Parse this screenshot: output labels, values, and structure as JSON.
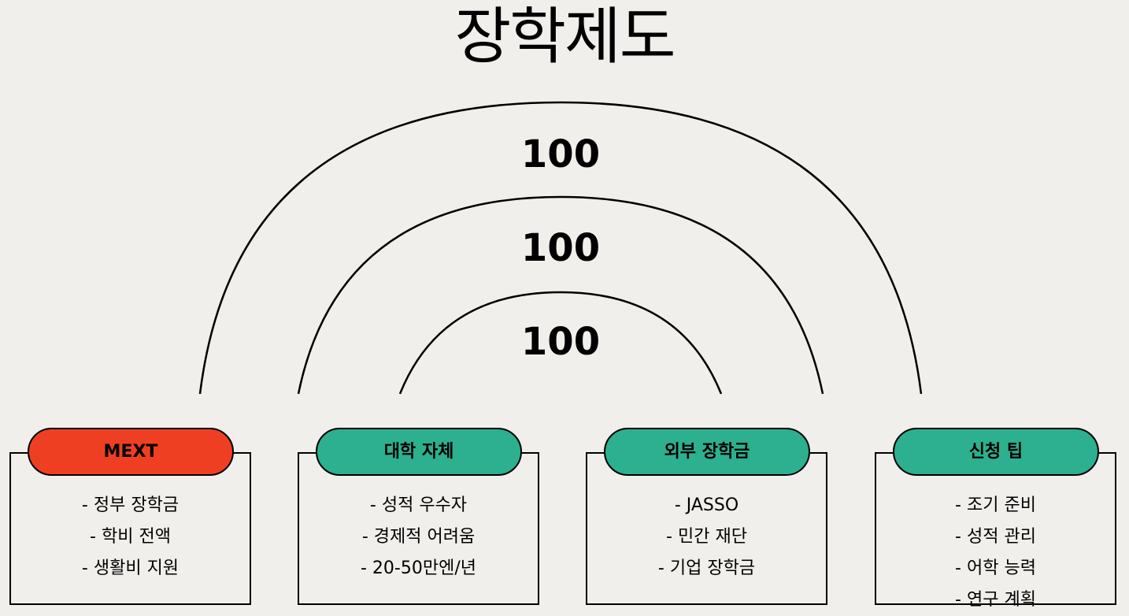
{
  "title": "장학제도",
  "arcs": {
    "outer_label": "100",
    "middle_label": "100",
    "inner_label": "100"
  },
  "colors": {
    "background": "#f0efeb",
    "mext_pill": "#ef3f22",
    "other_pill": "#2cb08f"
  },
  "cards": [
    {
      "label": "MEXT",
      "items": [
        "- 정부 장학금",
        "- 학비 전액",
        "- 생활비 지원"
      ]
    },
    {
      "label": "대학 자체",
      "items": [
        "- 성적 우수자",
        "- 경제적 어려움",
        "- 20-50만엔/년"
      ]
    },
    {
      "label": "외부 장학금",
      "items": [
        "- JASSO",
        "- 민간 재단",
        "- 기업 장학금"
      ]
    },
    {
      "label": "신청 팁",
      "items": [
        "- 조기 준비",
        "- 성적 관리",
        "- 어학 능력",
        "- 연구 계획"
      ]
    }
  ]
}
